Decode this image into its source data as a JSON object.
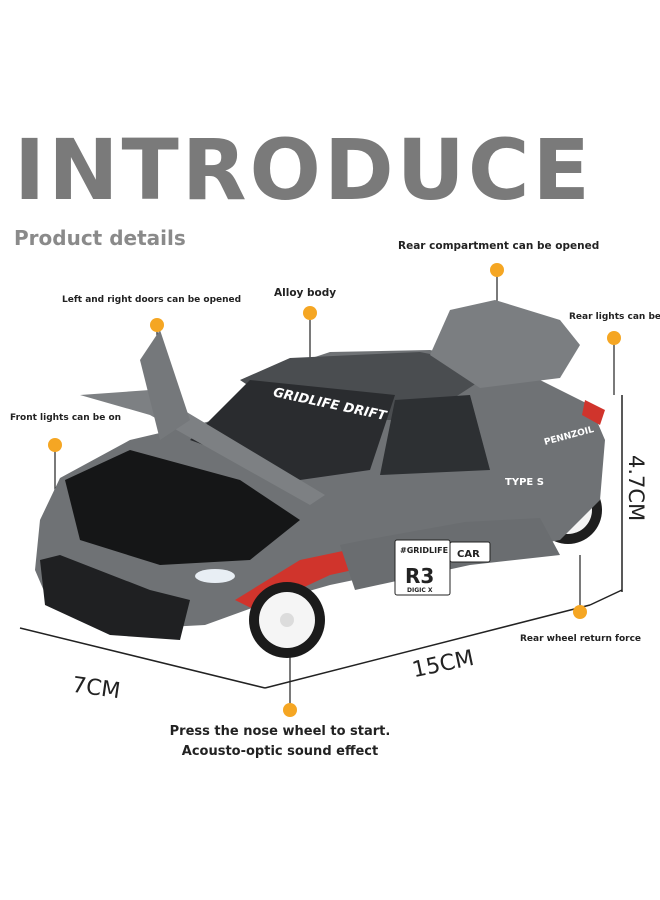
{
  "heading": {
    "title": "INTRODUCE",
    "subtitle": "Product details"
  },
  "callouts": {
    "rear_compartment": "Rear compartment can be opened",
    "doors": "Left and right doors can be opened",
    "alloy": "Alloy body",
    "rear_lights": "Rear lights can be on",
    "front_lights": "Front lights can be on",
    "rear_wheel": "Rear wheel return force",
    "press_line1": "Press the nose wheel to start.",
    "press_line2": "Acousto-optic sound effect"
  },
  "dimensions": {
    "width": "7CM",
    "length": "15CM",
    "height": "4.7CM"
  },
  "car_decals": {
    "windshield": "GRIDLIFE DRIFT",
    "door_badge": "#GRIDLIFE",
    "door_number": "R3",
    "door_sub": "DIGIC X",
    "car_tag": "CAR",
    "quarter": "PENNZOIL",
    "rear": "TYPE S"
  },
  "colors": {
    "marker": "#f5a623",
    "body": "#6f7275",
    "accent": "#d0342c",
    "text": "#222222"
  }
}
